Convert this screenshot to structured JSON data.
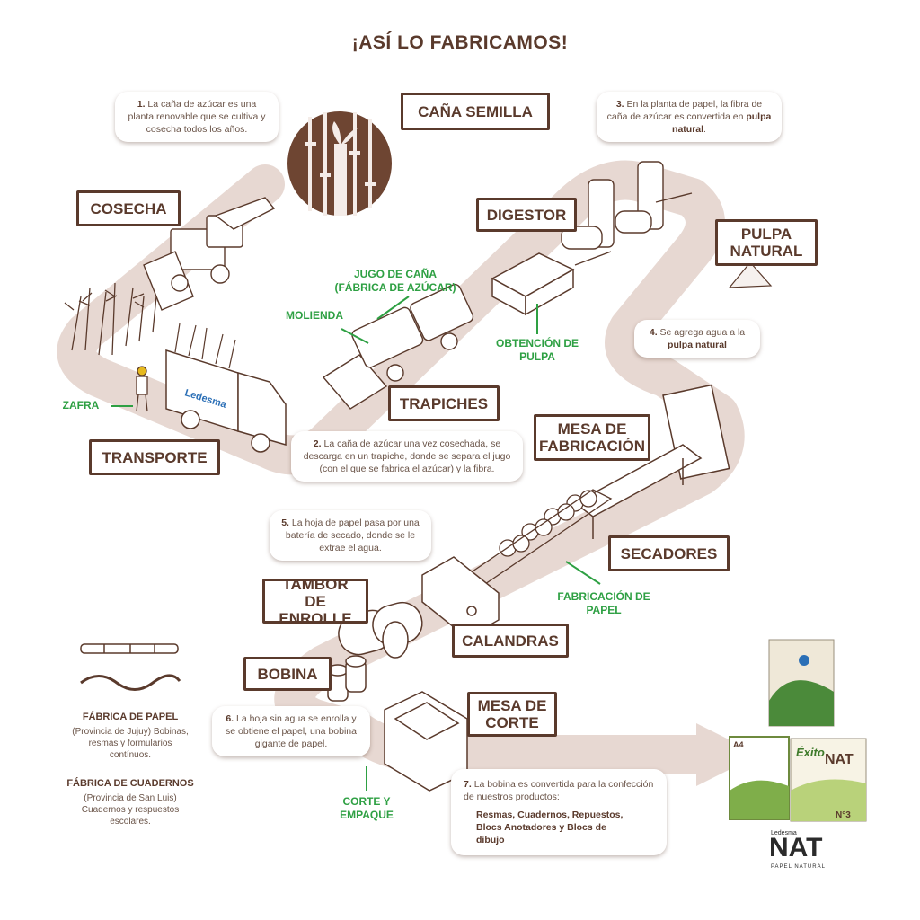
{
  "title": "¡ASÍ LO FABRICAMOS!",
  "labels": {
    "cana_semilla": "CAÑA SEMILLA",
    "cosecha": "COSECHA",
    "transporte": "TRANSPORTE",
    "trapiches": "TRAPICHES",
    "digestor": "DIGESTOR",
    "pulpa_natural": "PULPA NATURAL",
    "mesa_fabricacion": "MESA DE FABRICACIÓN",
    "secadores": "SECADORES",
    "tambor_enrolle": "TAMBOR DE ENROLLE",
    "calandras": "CALANDRAS",
    "bobina": "BOBINA",
    "mesa_corte": "MESA DE CORTE"
  },
  "green_labels": {
    "jugo": "JUGO DE CAÑA (FÁBRICA DE AZÚCAR)",
    "molienda": "MOLIENDA",
    "zafra": "ZAFRA",
    "obtencion": "OBTENCIÓN DE PULPA",
    "fabricacion_papel": "FABRICACIÓN DE PAPEL",
    "corte": "CORTE Y EMPAQUE"
  },
  "notes": {
    "n1": {
      "num": "1.",
      "text": "La caña de azúcar es una planta renovable que se cultiva y cosecha todos los años."
    },
    "n2": {
      "num": "2.",
      "text": "La caña de azúcar una vez cosechada, se descarga en un trapiche, donde se separa el jugo (con el que se fabrica el azúcar) y la fibra."
    },
    "n3": {
      "num": "3.",
      "text_a": "En la planta de papel, la fibra de caña de azúcar es convertida en",
      "bold": "pulpa natural",
      "text_b": "."
    },
    "n4": {
      "num": "4.",
      "text_a": "Se agrega agua a la",
      "bold": "pulpa natural"
    },
    "n5": {
      "num": "5.",
      "text": "La hoja de papel pasa por una batería de secado, donde se le extrae el agua."
    },
    "n6": {
      "num": "6.",
      "text": "La hoja sin agua se enrolla y se obtiene el papel, una bobina gigante de papel."
    },
    "n7": {
      "num": "7.",
      "text": "La bobina es convertida para la confección de nuestros productos:",
      "products": "Resmas, Cuadernos, Repuestos, Blocs Anotadores y Blocs de dibujo"
    }
  },
  "legend": {
    "papel_title": "FÁBRICA DE PAPEL",
    "papel_text": "(Provincia de Jujuy) Bobinas, resmas y formularios contínuos.",
    "cuadernos_title": "FÁBRICA DE CUADERNOS",
    "cuadernos_text": "(Provincia de San Luis) Cuadernos y respuestos escolares."
  },
  "truck_brand": "Ledesma",
  "products": {
    "nat_small": "NAT",
    "a4": "A4",
    "exito": "Éxito",
    "nat_box": "NAT",
    "n3": "N°3"
  },
  "brand": {
    "company": "Ledesma",
    "name": "NAT",
    "tagline": "PAPEL NATURAL"
  },
  "colors": {
    "brown": "#5a3a2c",
    "path": "#e7d8d2",
    "green": "#2ea043",
    "text": "#6a5448"
  }
}
